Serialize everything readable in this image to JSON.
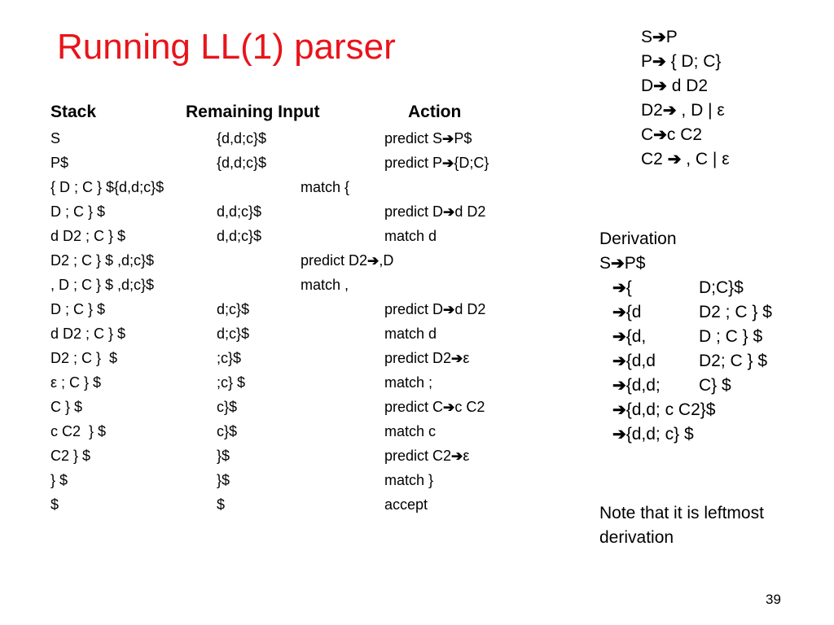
{
  "title": "Running LL(1) parser",
  "table": {
    "headers": {
      "stack": "Stack",
      "input": "Remaining Input",
      "action": "Action"
    },
    "rows": [
      {
        "stack": "S",
        "input": "{d,d;c}$",
        "action_pre": "predict S",
        "action_post": "P$"
      },
      {
        "stack": "P$",
        "input": "{d,d;c}$",
        "action_pre": "predict P",
        "action_post": "{D;C}"
      },
      {
        "stack": "{ D ; C } ${d,d;c}$",
        "input": "",
        "action_pre": "match {",
        "action_post": ""
      },
      {
        "stack": "D ; C } $",
        "input": "d,d;c}$",
        "action_pre": "predict D",
        "action_post": "d D2"
      },
      {
        "stack": "d D2 ; C } $",
        "input": "d,d;c}$",
        "action_pre": "match d",
        "action_post": ""
      },
      {
        "stack": "D2 ; C } $ ,d;c}$",
        "input": "",
        "action_pre": "predict D2",
        "action_post": ",D"
      },
      {
        "stack": ", D ; C } $ ,d;c}$",
        "input": "",
        "action_pre": "match ,",
        "action_post": ""
      },
      {
        "stack": "D ; C } $",
        "input": "d;c}$",
        "action_pre": "predict D",
        "action_post": "d D2"
      },
      {
        "stack": "d D2 ; C } $",
        "input": "d;c}$",
        "action_pre": "match d",
        "action_post": ""
      },
      {
        "stack": "D2 ; C }  $",
        "input": ";c}$",
        "action_pre": "predict D2",
        "action_post": "ε"
      },
      {
        "stack": "ε ; C } $",
        "input": ";c} $",
        "action_pre": "match ;",
        "action_post": ""
      },
      {
        "stack": "C } $",
        "input": "c}$",
        "action_pre": "predict C",
        "action_post": "c C2"
      },
      {
        "stack": "c C2  } $",
        "input": "c}$",
        "action_pre": "match c",
        "action_post": ""
      },
      {
        "stack": "C2 } $",
        "input": "}$",
        "action_pre": "predict C2",
        "action_post": "ε"
      },
      {
        "stack": "} $",
        "input": "}$",
        "action_pre": "match }",
        "action_post": ""
      },
      {
        "stack": "$",
        "input": "$",
        "action_pre": "accept",
        "action_post": ""
      }
    ]
  },
  "grammar": [
    {
      "lhs": "S",
      "rhs": "P"
    },
    {
      "lhs": "P",
      "rhs": " { D; C}"
    },
    {
      "lhs": "D",
      "rhs": " d D2"
    },
    {
      "lhs": "D2",
      "rhs": " , D | ε"
    },
    {
      "lhs": "C",
      "rhs": "c C2"
    },
    {
      "lhs": "C2 ",
      "rhs": " , C | ε"
    }
  ],
  "derivation": {
    "heading": "Derivation",
    "start_lhs": "S",
    "start_rhs": "P$",
    "steps": [
      {
        "left": "{",
        "right": "D;C}$"
      },
      {
        "left": "{d",
        "right": "D2 ; C } $"
      },
      {
        "left": "{d,",
        "right": "D ; C } $"
      },
      {
        "left": "{d,d",
        "right": "D2; C } $"
      },
      {
        "left": "{d,d;",
        "right": "C} $"
      },
      {
        "left": "{d,d; c C2}$",
        "right": ""
      },
      {
        "left": "{d,d; c} $",
        "right": ""
      }
    ]
  },
  "note": {
    "line1": "Note that it is leftmost",
    "line2": "derivation"
  },
  "page_number": "39",
  "arrow_glyph": "➔",
  "colors": {
    "title": "#e8141b",
    "text": "#000000",
    "background": "#ffffff"
  }
}
